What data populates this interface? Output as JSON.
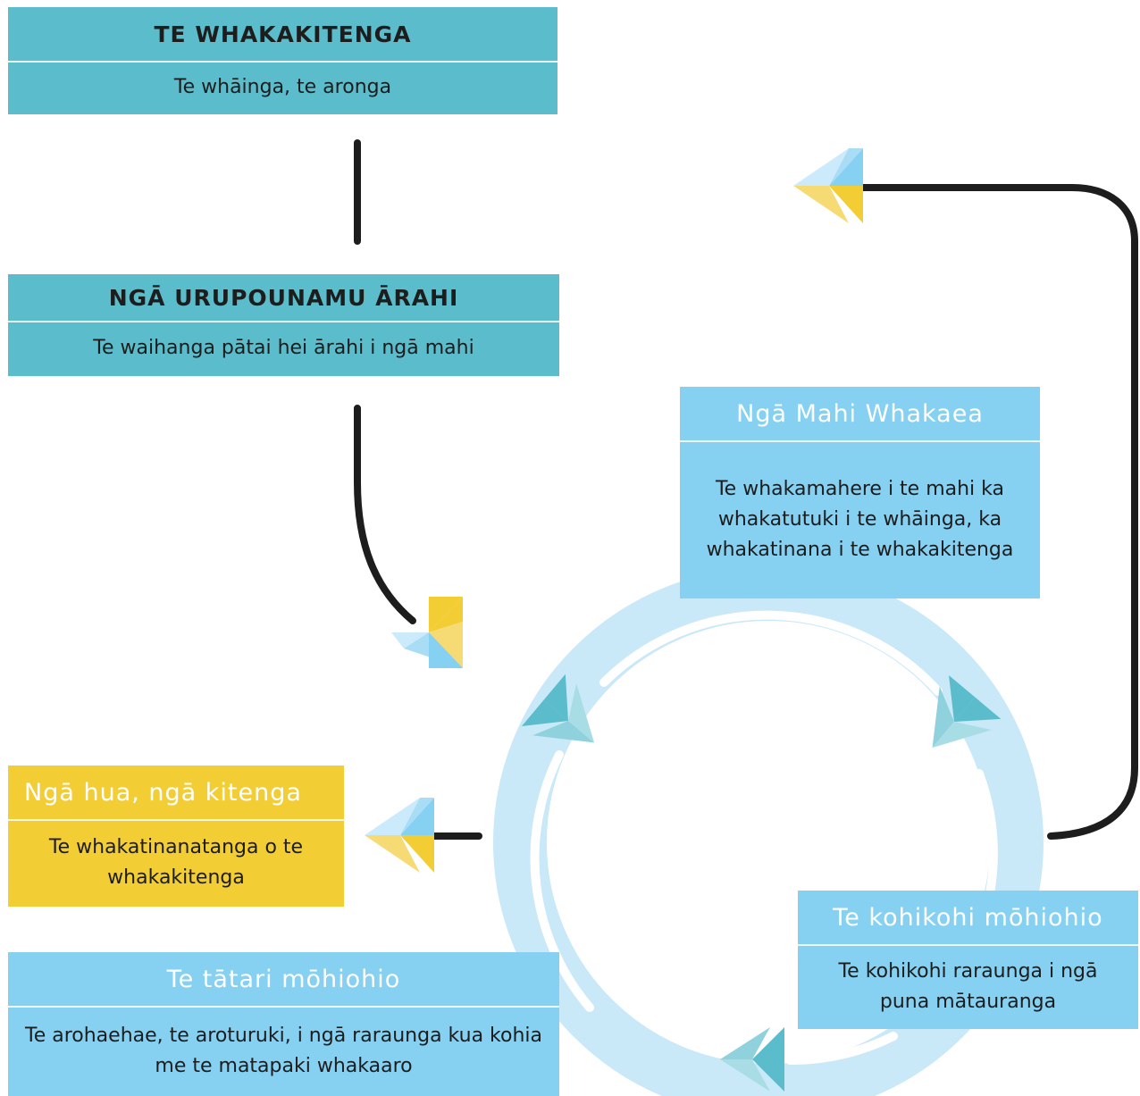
{
  "boxes": {
    "vision": {
      "title": "TE WHAKAKITENGA",
      "description": "Te whāinga, te aronga",
      "color": "#5bbccb"
    },
    "guiding": {
      "title": "NGĀ URUPOUNAMU ĀRAHI",
      "description": "Te waihanga pātai hei ārahi i ngā mahi",
      "color": "#5bbccb"
    },
    "actions": {
      "title": "Ngā Mahi Whakaea",
      "description": "Te whakamahere i te mahi ka whakatutuki i te whāinga, ka whakatinana i te whakakitenga",
      "color": "#86d0f1"
    },
    "results": {
      "title": "Ngā hua, ngā kitenga",
      "description": "Te whakatinanatanga o te whakakitenga",
      "color": "#f3cd34"
    },
    "analysis": {
      "title": "Te tātari mōhiohio",
      "description": "Te arohaehae, te aroturuki, i ngā raraunga kua kohia me te matapaki whakaaro",
      "color": "#86d0f1"
    },
    "collect": {
      "title": "Te kohikohi mōhiohio",
      "description": "Te kohikohi raraunga i ngā puna mātauranga",
      "color": "#86d0f1"
    }
  },
  "colors": {
    "connector": "#1d1d1d",
    "cycle_ring": "#c9e8f8",
    "arrow_blue": "#86d0f1",
    "arrow_yellow": "#f3cd34",
    "arrow_teal": "#5bbccb"
  },
  "icons": [
    "connector-line",
    "arrow-chevron-icon",
    "cycle-ring"
  ]
}
